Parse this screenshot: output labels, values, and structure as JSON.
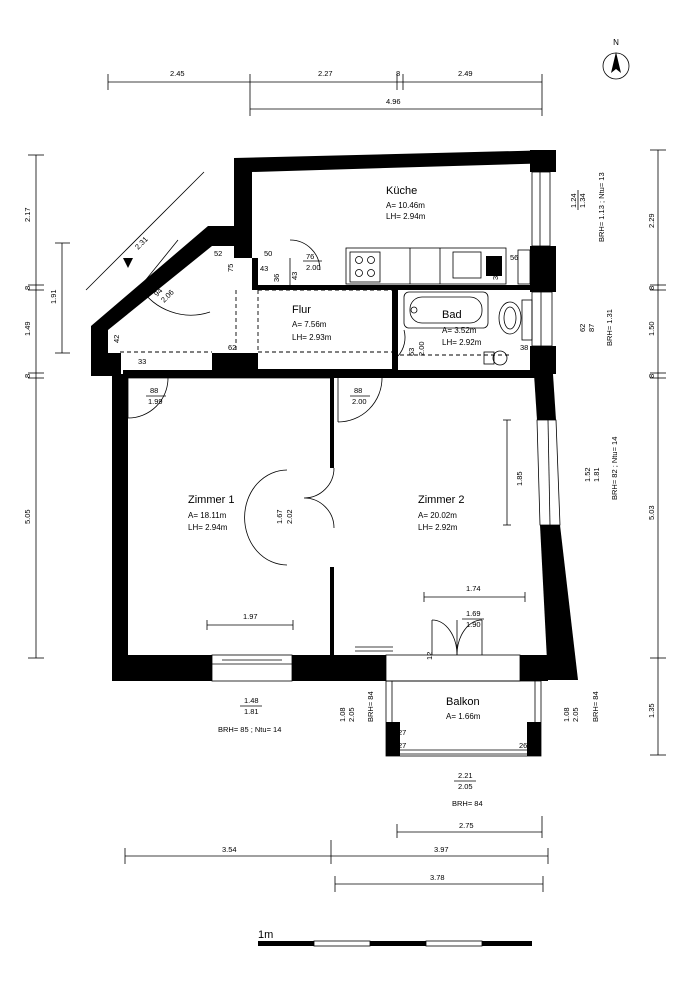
{
  "north_label": "N",
  "rooms": {
    "kueche": {
      "name": "Küche",
      "area": "A= 10.46m",
      "height": "LH= 2.94m"
    },
    "flur": {
      "name": "Flur",
      "area": "A= 7.56m",
      "height": "LH= 2.93m"
    },
    "bad": {
      "name": "Bad",
      "area": "A= 3.52m",
      "height": "LH= 2.92m"
    },
    "zimmer1": {
      "name": "Zimmer 1",
      "area": "A= 18.11m",
      "height": "LH= 2.94m"
    },
    "zimmer2": {
      "name": "Zimmer 2",
      "area": "A= 20.02m",
      "height": "LH= 2.92m"
    },
    "balkon": {
      "name": "Balkon",
      "area": "A= 1.66m"
    }
  },
  "dims_top": {
    "a": "2.45",
    "b": "2.27",
    "c": "8",
    "d": "2.49",
    "e": "4.96"
  },
  "dims_left": {
    "a": "2.17",
    "b": "8",
    "c": "1.49",
    "d": "8",
    "e": "5.05",
    "f": "1.91",
    "g": "2.31"
  },
  "dims_right": {
    "a": "2.29",
    "b": "8",
    "c": "1.50",
    "d": "8",
    "e": "5.03",
    "f": "1.35"
  },
  "dims_bottom": {
    "a": "2.75",
    "b": "3.54",
    "c": "3.97",
    "d": "3.78"
  },
  "openings": {
    "win_kueche": {
      "top": "1.24",
      "bottom": "1.34",
      "brh": "BRH= 1.13 ; Ntu= 13"
    },
    "win_bad": {
      "top": "62",
      "bottom": "87",
      "brh": "BRH= 1.31"
    },
    "win_z2": {
      "top": "1.52",
      "bottom": "1.81",
      "brh": "BRH= 82 ; Ntu= 14"
    },
    "win_z1": {
      "top": "1.48",
      "bottom": "1.81",
      "brh": "BRH= 85 ; Ntu= 14"
    },
    "balkon_left": {
      "top": "1.08",
      "bottom": "2.05",
      "brh": "BRH= 84"
    },
    "balkon_right": {
      "top": "1.08",
      "bottom": "2.05",
      "brh": "BRH= 84"
    },
    "balkon_front": {
      "top": "2.21",
      "bottom": "2.05",
      "brh": "BRH= 84"
    },
    "door_kueche": {
      "top": "76",
      "bottom": "2.00"
    },
    "door_entry": {
      "top": "94",
      "bottom": "2.06"
    },
    "door_z1": {
      "top": "88",
      "bottom": "1.99"
    },
    "door_z2": {
      "top": "88",
      "bottom": "2.00"
    },
    "door_bad": {
      "top": "63",
      "bottom": "2.00"
    },
    "door_double_z1z2": {
      "top": "1.67",
      "bottom": "2.02"
    },
    "door_balkon": {
      "top": "1.69",
      "bottom": "1.90"
    }
  },
  "small_labels": {
    "s52": "52",
    "s75": "75",
    "s50": "50",
    "s43a": "43",
    "s43b": "43",
    "s36": "36",
    "s42": "42",
    "s33": "33",
    "s62": "62",
    "s56": "56",
    "s35": "35",
    "s38": "38",
    "s27a": "27",
    "s26a": "26",
    "s27b": "27",
    "s26b": "26",
    "s12": "12",
    "s185": "1.85",
    "s197": "1.97",
    "s174": "1.74"
  },
  "scale_label": "1m"
}
